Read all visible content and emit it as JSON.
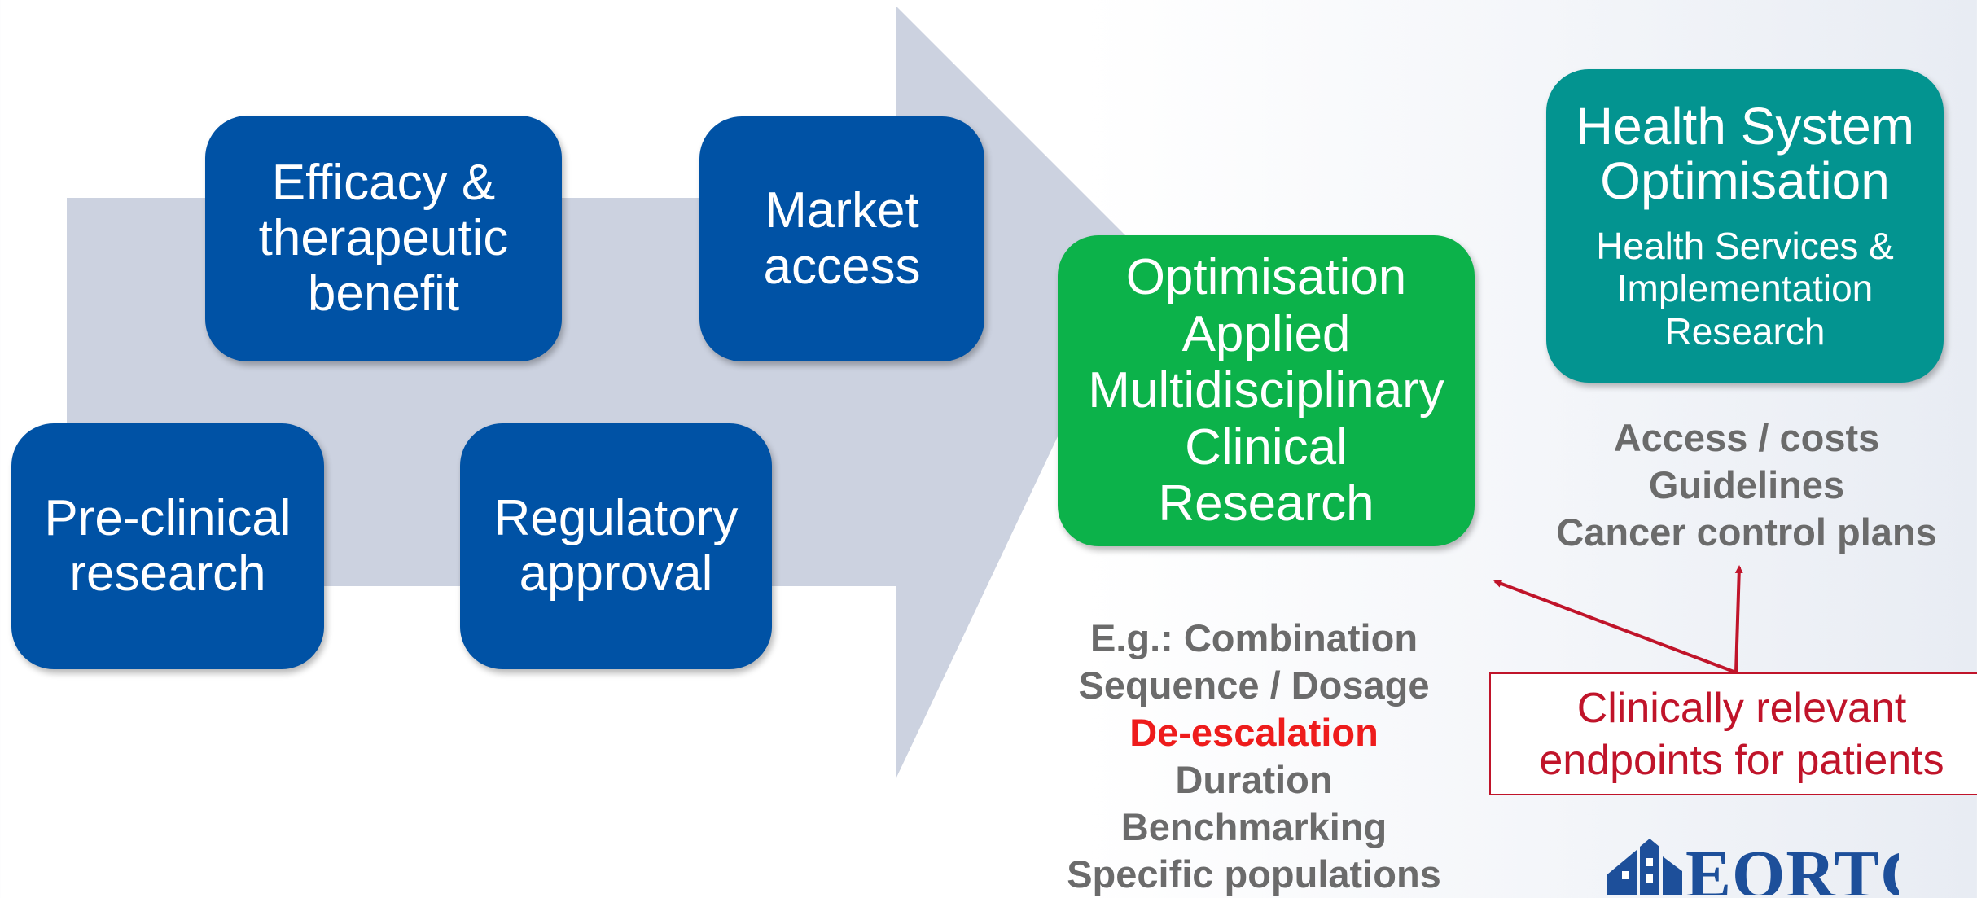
{
  "colors": {
    "arrow": "#ccd2e0",
    "blue_box": "#0052a5",
    "green_box": "#0cb24a",
    "teal_box": "#039490",
    "list_text": "#6b6b6b",
    "highlight": "#ee1c1c",
    "callout": "#c0142a",
    "logo": "#1d4f9a"
  },
  "pipeline": {
    "efficacy": "Efficacy &\ntherapeutic\nbenefit",
    "market": "Market\naccess",
    "preclinical": "Pre-clinical\nresearch",
    "regulatory": "Regulatory\napproval"
  },
  "optimisation": {
    "label": "Optimisation\nApplied\nMultidisciplinary\nClinical\nResearch",
    "examples": [
      "E.g.: Combination",
      "Sequence / Dosage",
      "De-escalation",
      "Duration",
      "Benchmarking",
      "Specific populations"
    ],
    "highlighted_example": "De-escalation"
  },
  "health_system": {
    "title": "Health System\nOptimisation",
    "subtitle": "Health Services &\nImplementation\nResearch",
    "outcomes": [
      "Access / costs",
      "Guidelines",
      "Cancer control plans"
    ]
  },
  "callout": {
    "line1": "Clinically relevant",
    "line2": "endpoints for patients"
  },
  "logo": {
    "text": "EORTC",
    "icon": "building-logo-icon"
  }
}
